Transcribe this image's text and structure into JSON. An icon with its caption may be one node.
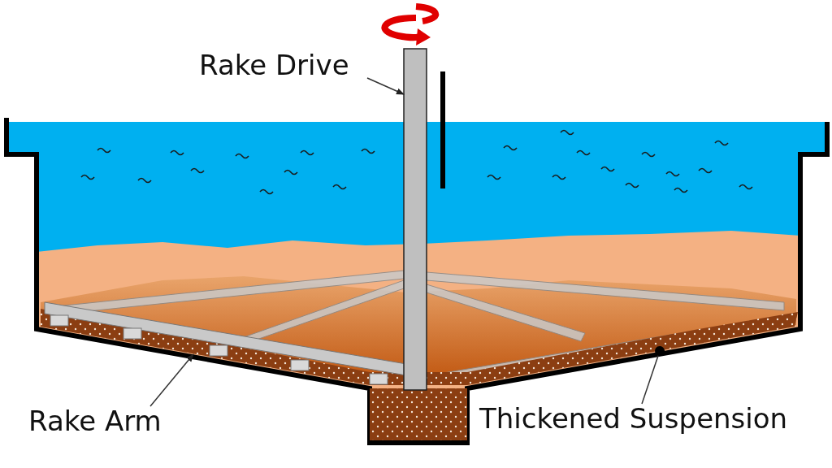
{
  "diagram": {
    "nodes": [
      {
        "text": [
          "Rake Drive"
        ]
      },
      {
        "text": [],
        "shape": "bar"
      },
      {
        "text": [
          "Rake Arm"
        ]
      },
      {
        "text": [],
        "shape": "bar"
      },
      {
        "text": [
          "Thickened Suspension"
        ]
      },
      {
        "text": [],
        "shape": "layer"
      }
    ],
    "edges": [
      {
        "from": 0,
        "to": 1,
        "arrow": "to"
      },
      {
        "from": 2,
        "to": 3,
        "arrow": "to"
      },
      {
        "from": 4,
        "to": 5,
        "arrow": "other"
      }
    ]
  }
}
